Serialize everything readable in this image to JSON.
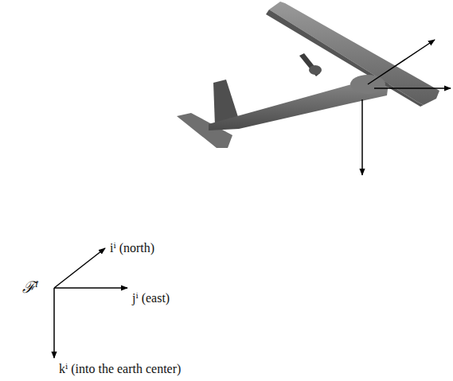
{
  "diagram": {
    "labels": [
      "ℱⁱ",
      "iⁱ (north)",
      "jⁱ (east)",
      "kⁱ (into the earth center)"
    ]
  }
}
